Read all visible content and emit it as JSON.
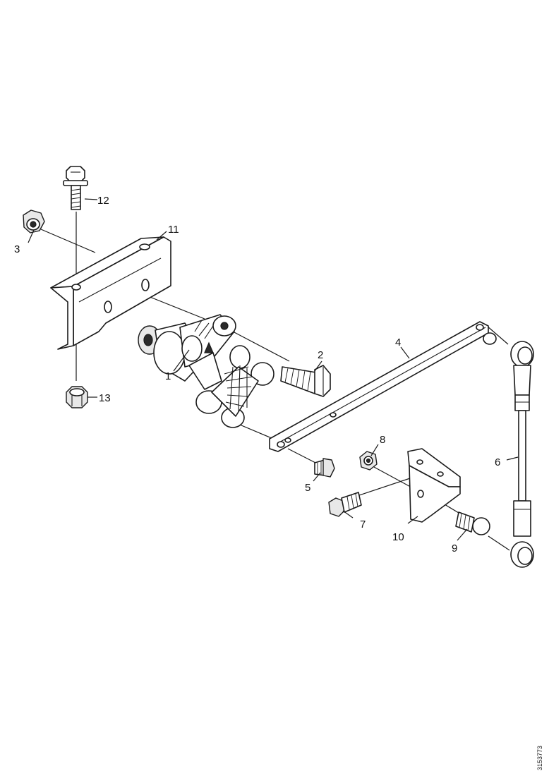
{
  "diagram": {
    "callouts": [
      {
        "id": "c1",
        "text": "1"
      },
      {
        "id": "c2",
        "text": "2"
      },
      {
        "id": "c3",
        "text": "3"
      },
      {
        "id": "c4",
        "text": "4"
      },
      {
        "id": "c5",
        "text": "5"
      },
      {
        "id": "c6",
        "text": "6"
      },
      {
        "id": "c7",
        "text": "7"
      },
      {
        "id": "c8",
        "text": "8"
      },
      {
        "id": "c9",
        "text": "9"
      },
      {
        "id": "c10",
        "text": "10"
      },
      {
        "id": "c11",
        "text": "11"
      },
      {
        "id": "c12",
        "text": "12"
      },
      {
        "id": "c13",
        "text": "13"
      }
    ],
    "reference_number": "3153773"
  }
}
